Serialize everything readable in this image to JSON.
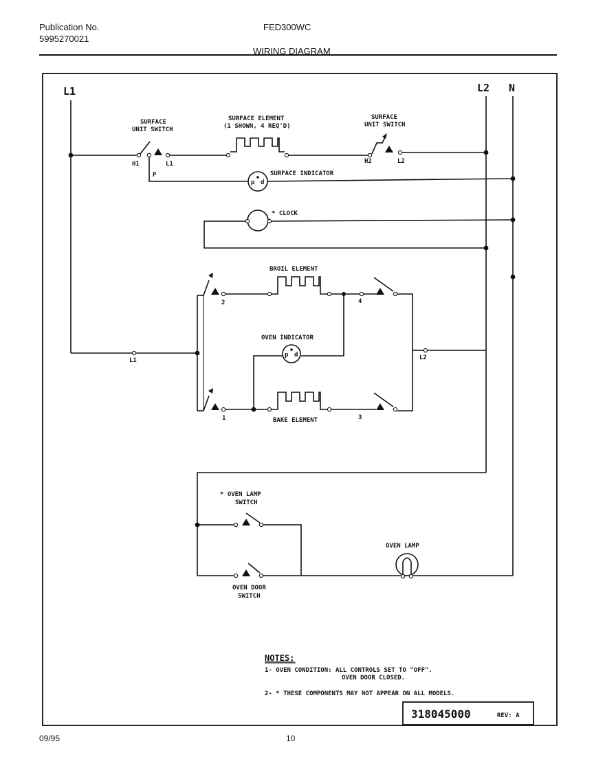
{
  "header": {
    "publication_label": "Publication No.",
    "publication_number": "5995270021",
    "model": "FED300WC",
    "section_title": "WIRING DIAGRAM"
  },
  "diagram": {
    "lines": {
      "l1": "L1",
      "l2": "L2",
      "n": "N"
    },
    "surface_unit_switch_left": {
      "line1": "SURFACE",
      "line2": "UNIT SWITCH",
      "h1": "H1",
      "l1": "L1",
      "p": "P"
    },
    "surface_element": {
      "line1": "SURFACE ELEMENT",
      "line2": "(1 SHOWN, 4 REQ'D)"
    },
    "surface_unit_switch_right": {
      "line1": "SURFACE",
      "line2": "UNIT SWITCH",
      "h2": "H2",
      "l2": "L2"
    },
    "surface_indicator": "SURFACE INDICATOR",
    "clock": "* CLOCK",
    "broil_element": "BROIL ELEMENT",
    "oven_indicator": "OVEN INDICATOR",
    "bake_element": "BAKE ELEMENT",
    "terminals": {
      "t1": "1",
      "t2": "2",
      "t3": "3",
      "t4": "4",
      "l1": "L1",
      "l2": "L2"
    },
    "indicator_terminals": {
      "p": "p",
      "d": "d"
    },
    "oven_lamp_switch": {
      "line1": "* OVEN LAMP",
      "line2": "SWITCH"
    },
    "oven_door_switch": {
      "line1": "OVEN DOOR",
      "line2": "SWITCH"
    },
    "oven_lamp": "OVEN LAMP"
  },
  "notes": {
    "title": "NOTES:",
    "note1_a": "1- OVEN CONDITION: ALL CONTROLS SET TO \"OFF\".",
    "note1_b": "OVEN DOOR CLOSED.",
    "note2": "2- * THESE COMPONENTS MAY NOT APPEAR ON ALL MODELS."
  },
  "title_block": {
    "part_number": "318045000",
    "rev": "REV: A"
  },
  "footer": {
    "date": "09/95",
    "page": "10"
  }
}
